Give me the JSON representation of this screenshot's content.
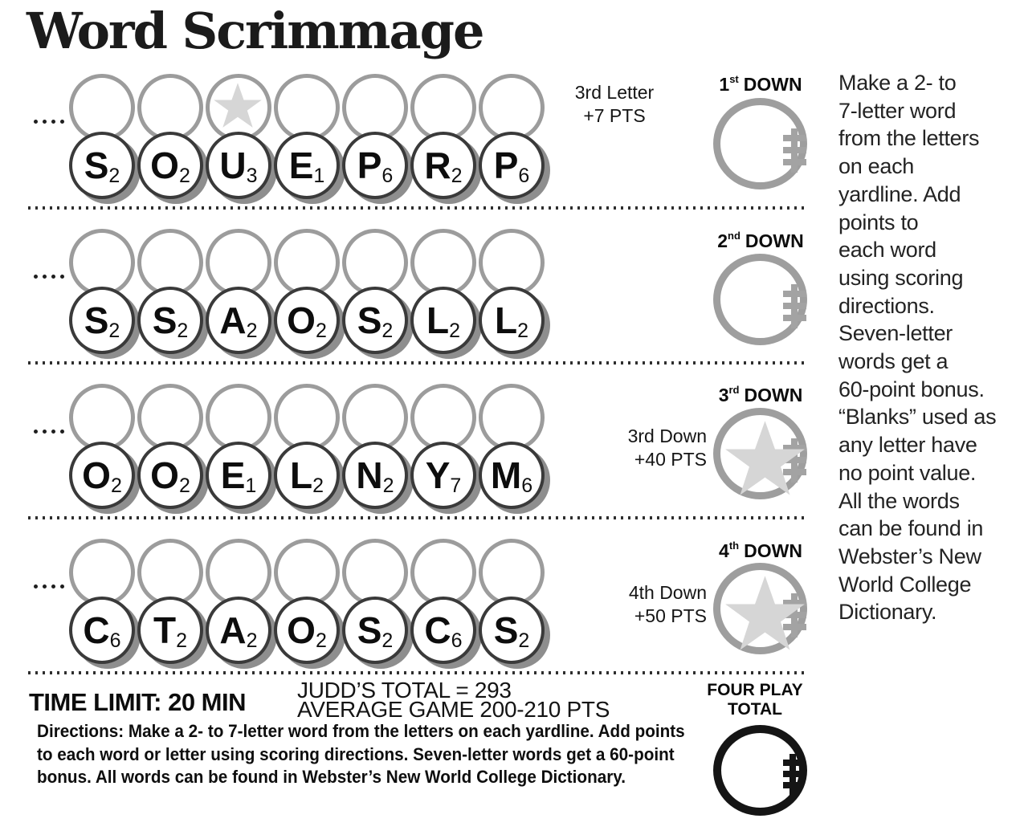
{
  "title": "Word Scrimmage",
  "colors": {
    "gray_ring": "#9c9c9c",
    "light_star": "#d6d6d6",
    "tile_outline": "#3a3a3a",
    "tile_shadow": "#8e8e8e",
    "ink": "#1a1a1a"
  },
  "rows": [
    {
      "down": {
        "ordinal": "1",
        "suffix": "st",
        "word": "DOWN"
      },
      "note": "3rd Letter\n+7 PTS",
      "star_slot": 3,
      "football_star": false,
      "letters": [
        {
          "letter": "S",
          "points": "2"
        },
        {
          "letter": "O",
          "points": "2"
        },
        {
          "letter": "U",
          "points": "3"
        },
        {
          "letter": "E",
          "points": "1"
        },
        {
          "letter": "P",
          "points": "6"
        },
        {
          "letter": "R",
          "points": "2"
        },
        {
          "letter": "P",
          "points": "6"
        }
      ]
    },
    {
      "down": {
        "ordinal": "2",
        "suffix": "nd",
        "word": "DOWN"
      },
      "note": "",
      "star_slot": null,
      "football_star": false,
      "letters": [
        {
          "letter": "S",
          "points": "2"
        },
        {
          "letter": "S",
          "points": "2"
        },
        {
          "letter": "A",
          "points": "2"
        },
        {
          "letter": "O",
          "points": "2"
        },
        {
          "letter": "S",
          "points": "2"
        },
        {
          "letter": "L",
          "points": "2"
        },
        {
          "letter": "L",
          "points": "2"
        }
      ]
    },
    {
      "down": {
        "ordinal": "3",
        "suffix": "rd",
        "word": "DOWN"
      },
      "note": "3rd Down\n+40 PTS",
      "star_slot": null,
      "football_star": true,
      "letters": [
        {
          "letter": "O",
          "points": "2"
        },
        {
          "letter": "O",
          "points": "2"
        },
        {
          "letter": "E",
          "points": "1"
        },
        {
          "letter": "L",
          "points": "2"
        },
        {
          "letter": "N",
          "points": "2"
        },
        {
          "letter": "Y",
          "points": "7"
        },
        {
          "letter": "M",
          "points": "6"
        }
      ]
    },
    {
      "down": {
        "ordinal": "4",
        "suffix": "th",
        "word": "DOWN"
      },
      "note": "4th Down\n+50 PTS",
      "star_slot": null,
      "football_star": true,
      "letters": [
        {
          "letter": "C",
          "points": "6"
        },
        {
          "letter": "T",
          "points": "2"
        },
        {
          "letter": "A",
          "points": "2"
        },
        {
          "letter": "O",
          "points": "2"
        },
        {
          "letter": "S",
          "points": "2"
        },
        {
          "letter": "C",
          "points": "6"
        },
        {
          "letter": "S",
          "points": "2"
        }
      ]
    }
  ],
  "instructions": "Make a 2- to\n7-letter word\nfrom the letters\non each\nyardline. Add\npoints to\neach word\nusing scoring\ndirections.\nSeven-letter\nwords get a\n60-point bonus.\n“Blanks” used as\nany letter have\nno point value.\nAll the words\ncan be found in\nWebster’s New\nWorld College\nDictionary.",
  "footer": {
    "time_limit": "TIME LIMIT: 20 MIN",
    "judds_total": "JUDD’S TOTAL = 293",
    "average_game": "AVERAGE GAME 200-210 PTS",
    "directions": "Directions: Make a 2- to 7-letter word from the letters on each yardline. Add points\nto each word or letter using scoring directions. Seven-letter words get a 60-point\nbonus. All words can be found in Webster’s New World College Dictionary.",
    "four_play": "FOUR PLAY\nTOTAL"
  }
}
